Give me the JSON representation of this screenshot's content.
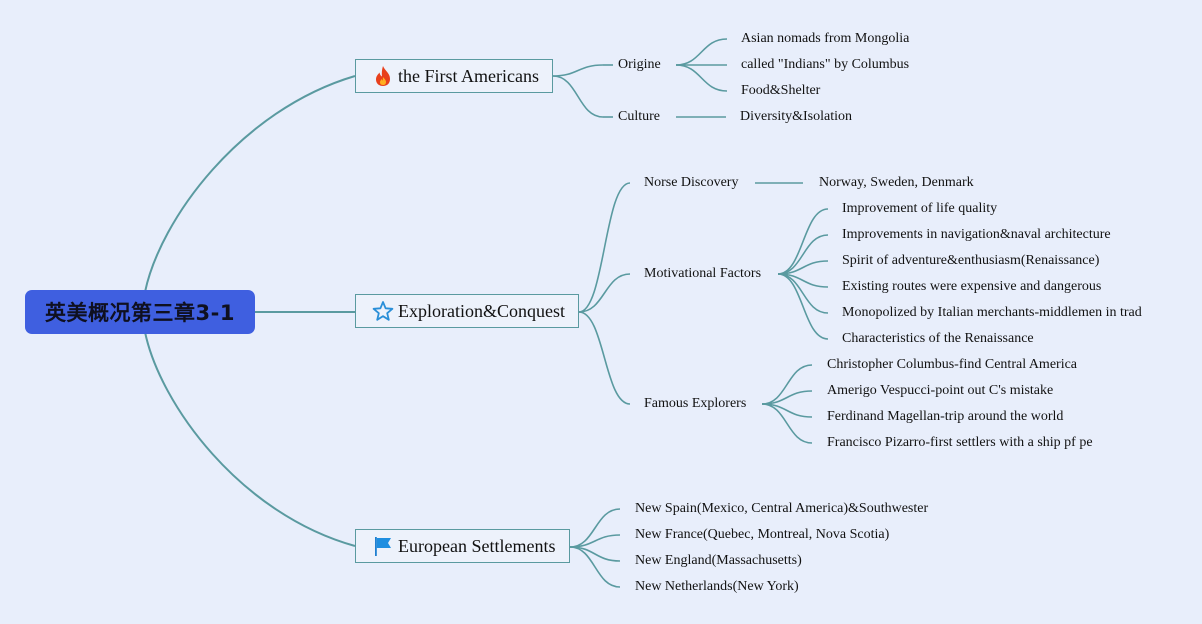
{
  "root": {
    "label": "英美概况第三章3-1"
  },
  "colors": {
    "root_fill": "#3f5fe0",
    "line": "#5a9aa0",
    "background": "#e8eefb"
  },
  "branches": [
    {
      "label": "the First Americans",
      "icon": "fire-icon",
      "children": [
        {
          "label": "Origine",
          "children": [
            "Asian nomads from Mongolia",
            "called \"Indians\" by Columbus",
            "Food&Shelter"
          ]
        },
        {
          "label": "Culture",
          "children": [
            "Diversity&Isolation"
          ]
        }
      ]
    },
    {
      "label": "Exploration&Conquest",
      "icon": "star-icon",
      "children": [
        {
          "label": "Norse Discovery",
          "children": [
            "Norway, Sweden, Denmark"
          ]
        },
        {
          "label": "Motivational Factors",
          "children": [
            "Improvement of life quality",
            "Improvements in navigation&naval architecture",
            "Spirit of adventure&enthusiasm(Renaissance)",
            "Existing routes were expensive and dangerous",
            "Monopolized by Italian merchants-middlemen in trad",
            "Characteristics of the Renaissance"
          ]
        },
        {
          "label": "Famous Explorers",
          "children": [
            "Christopher Columbus-find Central America",
            "Amerigo Vespucci-point out C's mistake",
            "Ferdinand Magellan-trip around the world",
            "Francisco Pizarro-first settlers with a ship pf pe"
          ]
        }
      ]
    },
    {
      "label": "European Settlements",
      "icon": "flag-icon",
      "children": [
        {
          "label": "New Spain(Mexico, Central America)&Southwester"
        },
        {
          "label": "New France(Quebec, Montreal, Nova Scotia)"
        },
        {
          "label": "New England(Massachusetts)"
        },
        {
          "label": "New Netherlands(New York)"
        }
      ]
    }
  ]
}
